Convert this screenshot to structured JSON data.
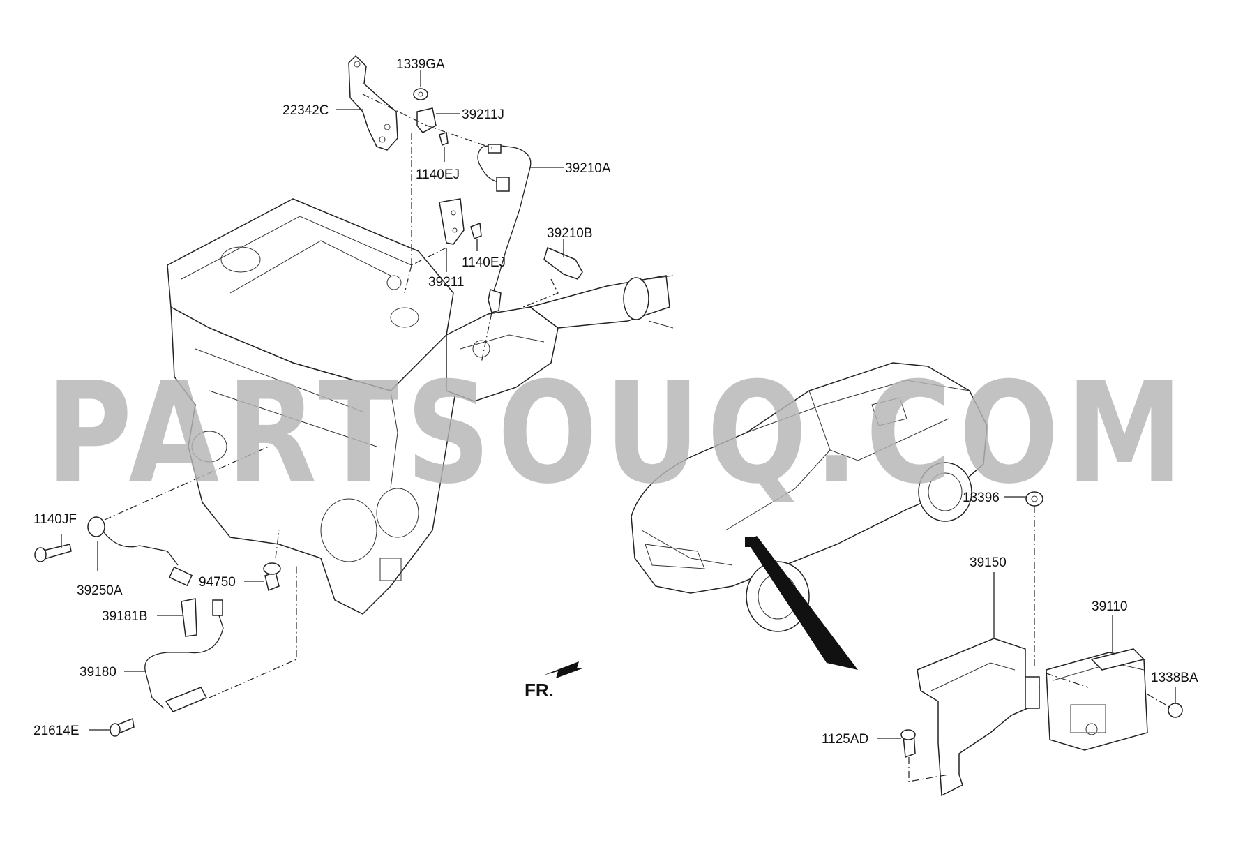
{
  "watermark": "PARTSOUQ.COM",
  "direction_marker": "FR.",
  "part_labels": {
    "p1339GA": "1339GA",
    "p22342C": "22342C",
    "p39211J": "39211J",
    "p1140EJ_a": "1140EJ",
    "p39210A": "39210A",
    "p39210B": "39210B",
    "p1140EJ_b": "1140EJ",
    "p39211": "39211",
    "p1140JF": "1140JF",
    "p39250A": "39250A",
    "p94750": "94750",
    "p39181B": "39181B",
    "p39180": "39180",
    "p21614E": "21614E",
    "p13396": "13396",
    "p39150": "39150",
    "p39110": "39110",
    "p1338BA": "1338BA",
    "p1125AD": "1125AD"
  }
}
